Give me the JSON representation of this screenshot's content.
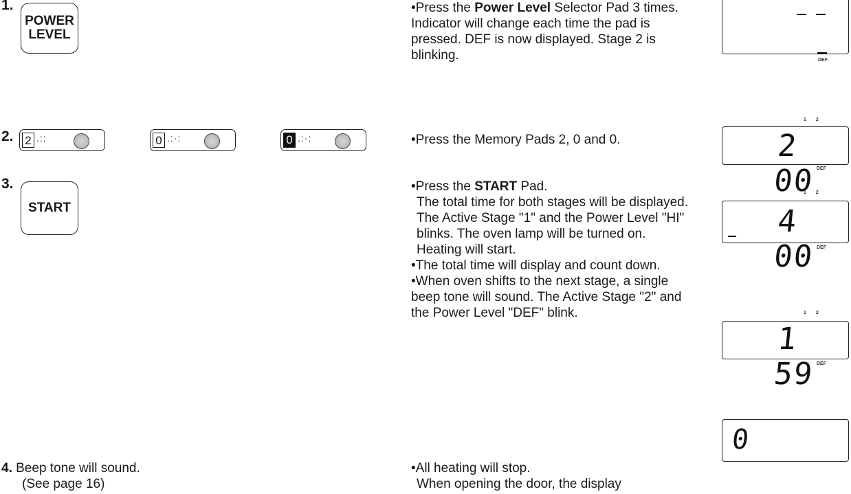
{
  "steps": [
    {
      "number": "1.",
      "pad_line1": "POWER",
      "pad_line2": "LEVEL",
      "instruction_prefix": "•Press the ",
      "instruction_bold": "Power Level",
      "instruction_suffix": " Selector Pad 3 times. Indicator will change each time the pad is pressed. DEF is now displayed. Stage 2 is blinking.",
      "display": {
        "digits": "",
        "label": "DEF"
      }
    },
    {
      "number": "2.",
      "memory_pads": [
        {
          "digit": "2",
          "dots": ".::"
        },
        {
          "digit": "0",
          "dots": ".:·:"
        },
        {
          "digit": "0",
          "dots": ".:·:"
        }
      ],
      "instruction": "•Press the Memory Pads 2, 0 and 0.",
      "display": {
        "digits": "2 00",
        "label": "DEF",
        "stage_marks": "1  2"
      }
    },
    {
      "number": "3.",
      "pad_label": "START",
      "instruction_prefix": "•Press the ",
      "instruction_bold": "START",
      "instruction_suffix": " Pad.",
      "instruction_body": "The total time for both stages will be displayed. The Active Stage \"1\" and the Power Level \"HI\" blinks. The oven lamp will be turned on. Heating will start.",
      "instruction_2": "•The total time will display and count down.",
      "instruction_3": "•When oven shifts to the next stage, a single beep tone will sound. The Active Stage \"2\" and the Power Level \"DEF\" blink.",
      "display_a": {
        "digits": "4 00",
        "label": "DEF",
        "stage_marks": "1  2"
      },
      "display_b": {
        "digits": "1 59",
        "label": "DEF",
        "stage_marks": "1  2"
      },
      "display_c": {
        "digits": "0"
      }
    },
    {
      "number": "4.",
      "text": " Beep tone will sound.",
      "subtext": "(See page 16)",
      "instruction": "•All heating will stop.",
      "instruction_body": "When opening the door, the display"
    }
  ]
}
